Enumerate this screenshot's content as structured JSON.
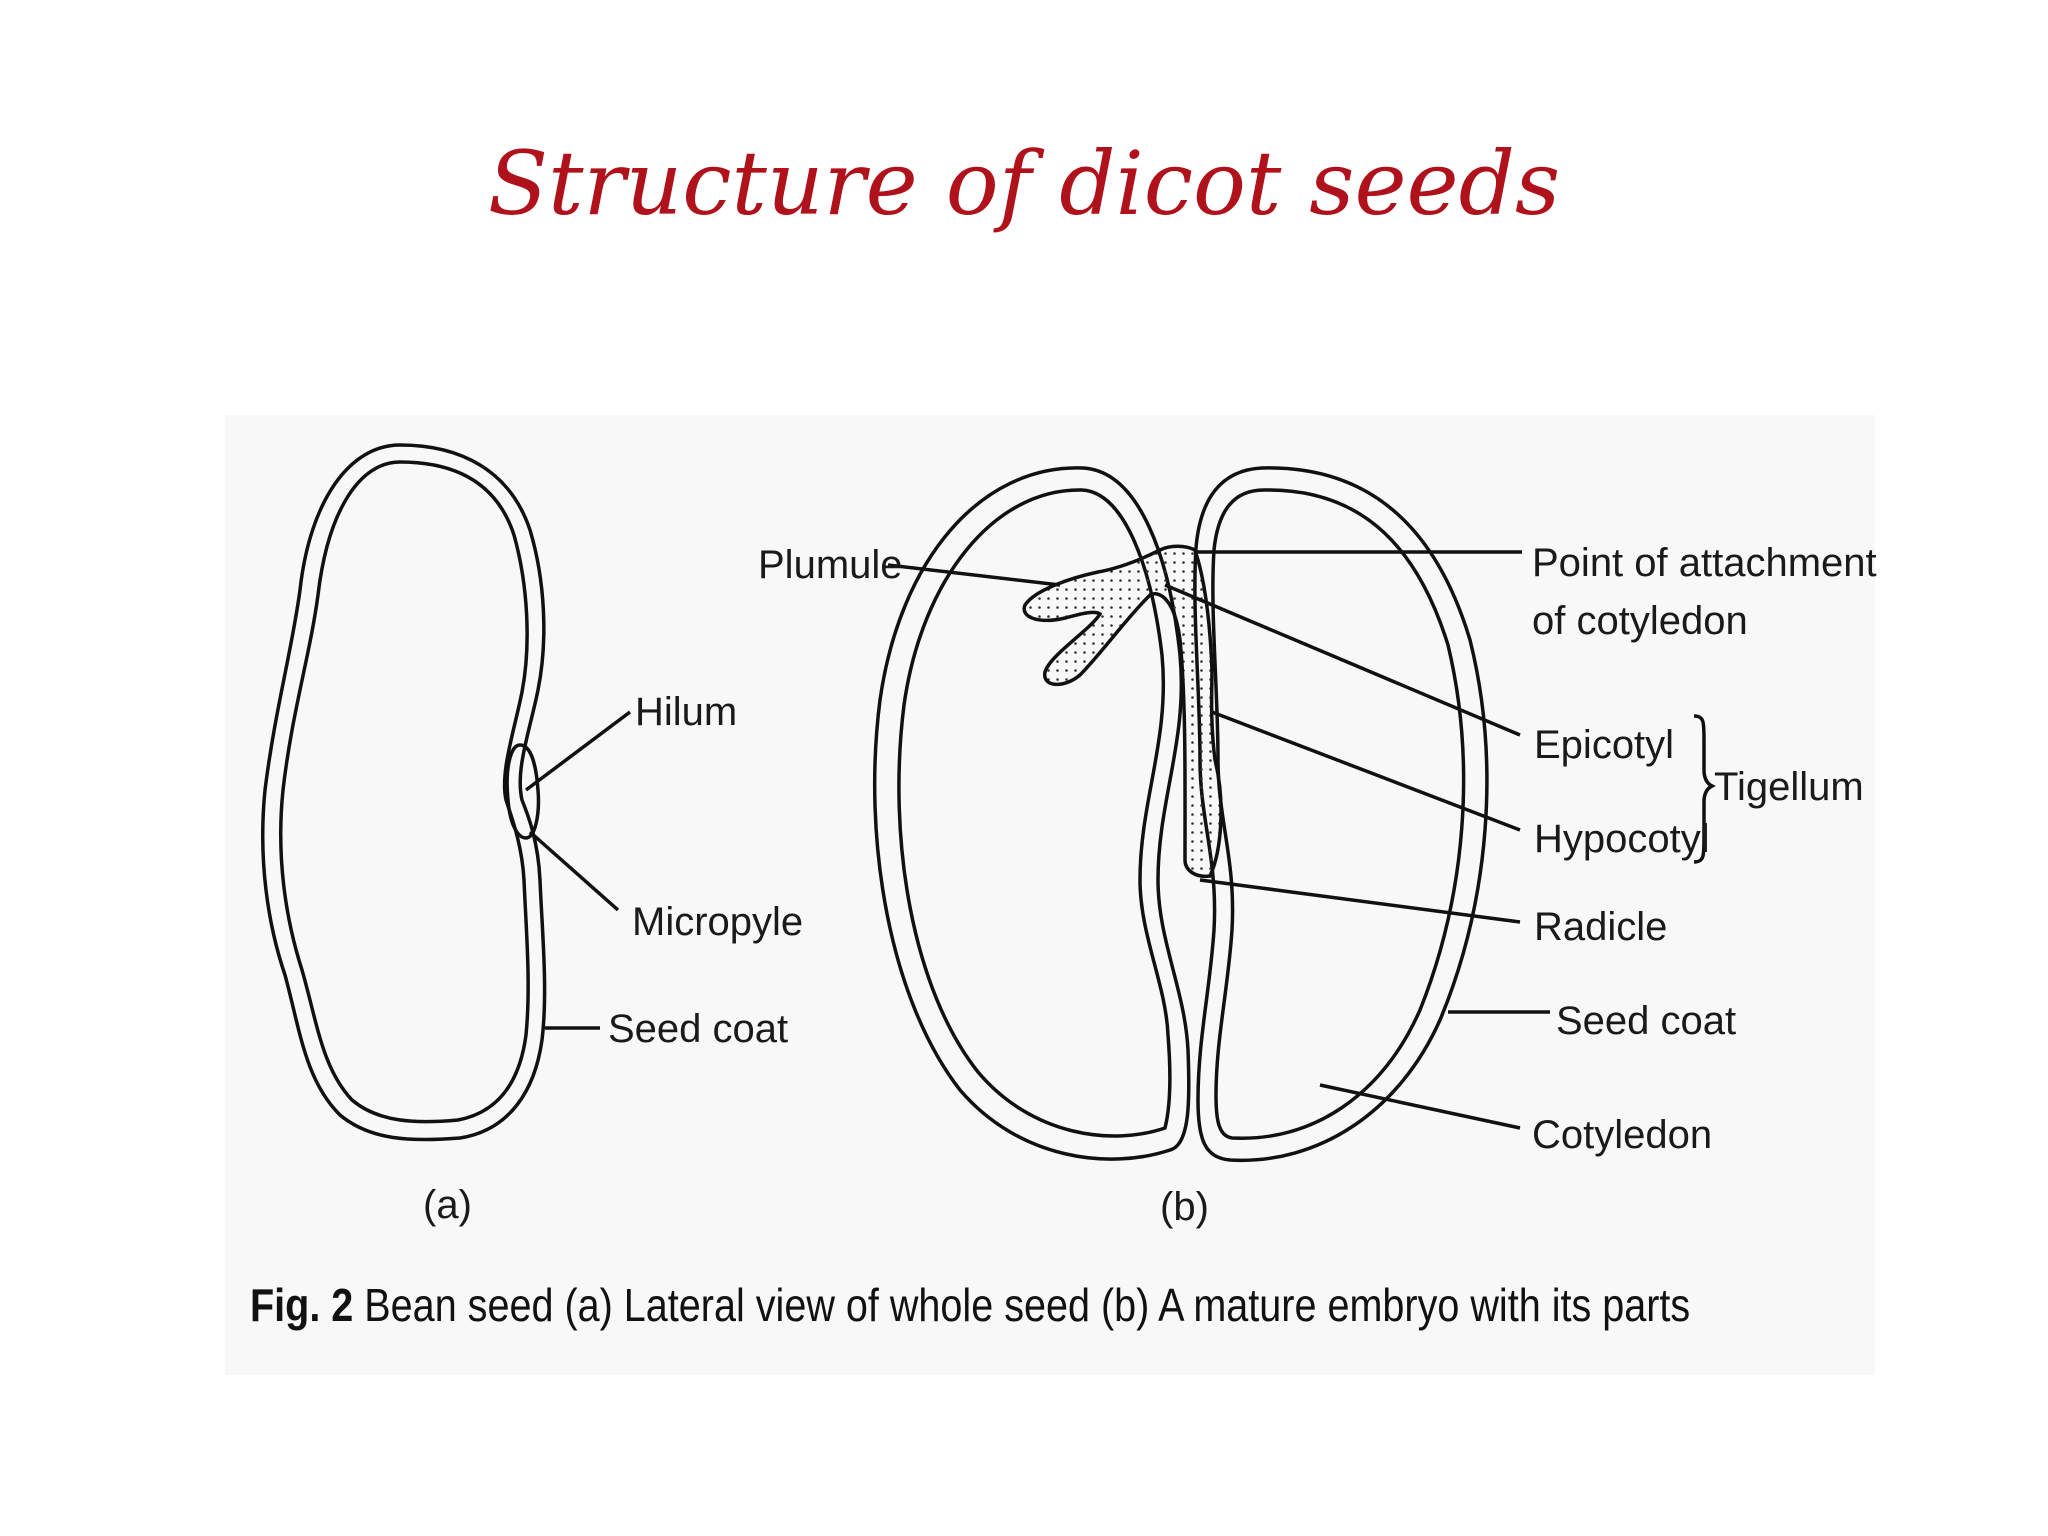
{
  "title": "Structure of dicot seeds",
  "figure_a": {
    "labels": {
      "hilum": "Hilum",
      "micropyle": "Micropyle",
      "seed_coat": "Seed coat"
    },
    "sublabel": "(a)"
  },
  "figure_b": {
    "labels": {
      "plumule": "Plumule",
      "point_of_attachment_line1": "Point of attachment",
      "point_of_attachment_line2": "of cotyledon",
      "epicotyl": "Epicotyl",
      "hypocotyl": "Hypocotyl",
      "tigellum": "Tigellum",
      "radicle": "Radicle",
      "seed_coat": "Seed coat",
      "cotyledon": "Cotyledon"
    },
    "sublabel": "(b)"
  },
  "caption": {
    "prefix": "Fig. 2",
    "text": "Bean seed (a) Lateral view of whole seed (b) A mature embryo with its parts"
  }
}
